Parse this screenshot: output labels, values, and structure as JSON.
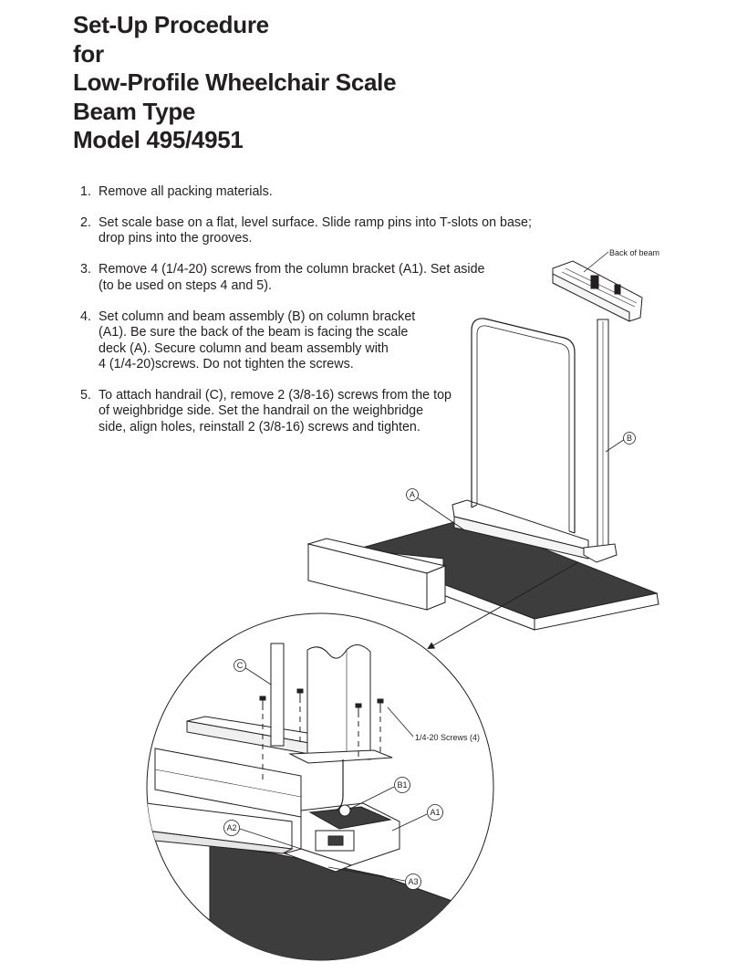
{
  "title_lines": [
    "Set-Up Procedure",
    "for",
    "Low-Profile Wheelchair Scale",
    "Beam Type",
    "Model 495/4951"
  ],
  "steps": [
    {
      "number": "1.",
      "lines": [
        "Remove all packing materials."
      ]
    },
    {
      "number": "2.",
      "lines": [
        "Set scale base on a flat, level surface. Slide ramp pins into T-slots on base;",
        "drop pins into the grooves."
      ]
    },
    {
      "number": "3.",
      "lines": [
        "Remove 4 (1/4-20) screws from the column bracket (A1). Set aside",
        "(to be used on steps 4 and 5)."
      ]
    },
    {
      "number": "4.",
      "lines": [
        "Set column and beam assembly (B) on column bracket",
        "(A1). Be sure the back of the beam is facing the scale",
        "deck (A). Secure column and beam assembly with",
        "4 (1/4-20)screws. Do not tighten the screws."
      ]
    },
    {
      "number": "5.",
      "lines": [
        "To attach handrail (C), remove 2 (3/8-16) screws from the top",
        "of weighbridge side. Set the handrail on the weighbridge",
        "side, align holes, reinstall 2 (3/8-16) screws and tighten."
      ]
    }
  ],
  "callouts": {
    "back_of_beam": "Back of beam",
    "b": "B",
    "a": "A",
    "c": "C",
    "screws": "1/4-20 Screws (4)",
    "b1": "B1",
    "a1": "A1",
    "a2": "A2",
    "a3": "A3"
  }
}
